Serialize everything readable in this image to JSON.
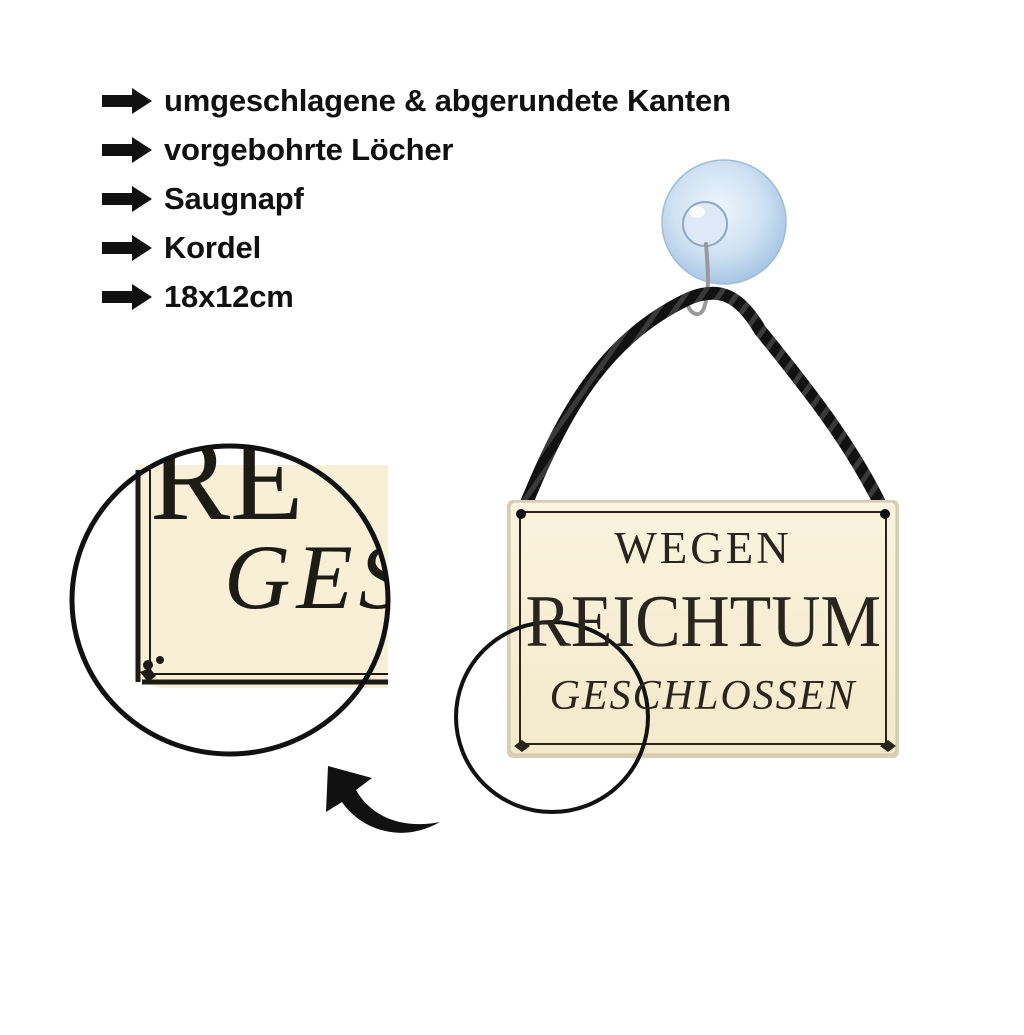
{
  "features": [
    {
      "icon": "arrow-right-icon",
      "label": "umgeschlagene & abgerundete Kanten"
    },
    {
      "icon": "arrow-right-icon",
      "label": "vorgebohrte Löcher"
    },
    {
      "icon": "arrow-right-icon",
      "label": "Saugnapf"
    },
    {
      "icon": "arrow-right-icon",
      "label": "Kordel"
    },
    {
      "icon": "arrow-right-icon",
      "label": "18x12cm"
    }
  ],
  "sign": {
    "line1": "WEGEN",
    "line2": "REICHTUM",
    "line3": "GESCHLOSSEN"
  },
  "zoom": {
    "partial_top": "RE",
    "partial_bottom": "GES"
  },
  "colors": {
    "sign_background": "#f7efd6",
    "sign_text": "#2b241c",
    "cord": "#111111",
    "suction_cup": "#c9dff2"
  }
}
